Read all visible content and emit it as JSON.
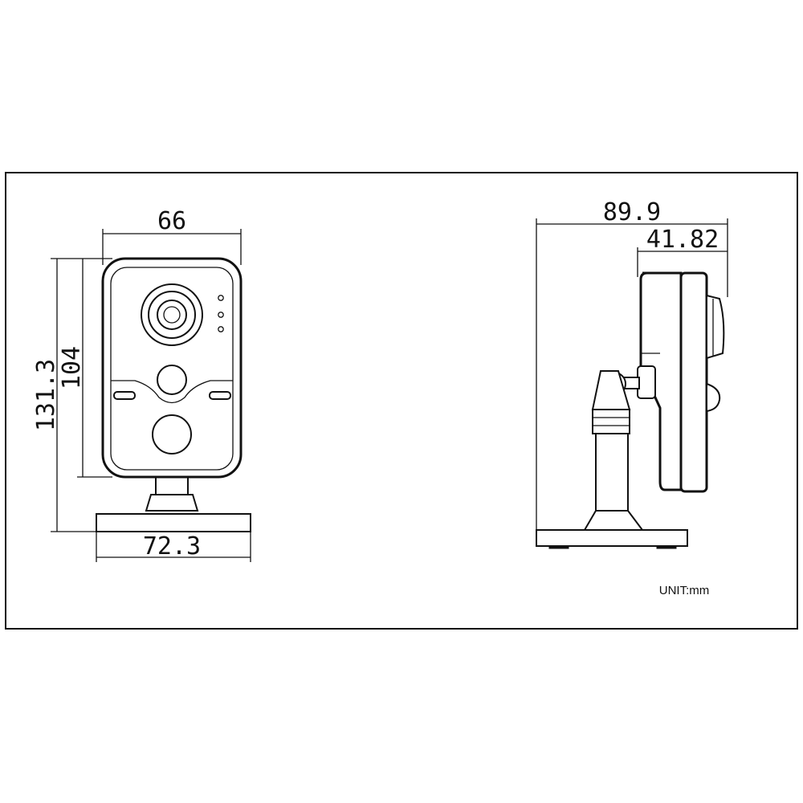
{
  "front_view": {
    "width_top": "66",
    "height_total": "131.3",
    "height_body": "104",
    "base_width": "72.3"
  },
  "side_view": {
    "depth_total": "89.9",
    "depth_partial": "41.82"
  },
  "unit_label": "UNIT:mm",
  "colors": {
    "line": "#111111",
    "background": "#ffffff"
  }
}
